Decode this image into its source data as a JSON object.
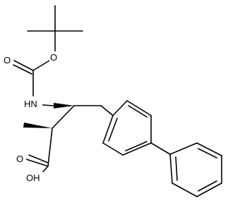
{
  "molecule": {
    "labels": {
      "ester_oxygen": "O",
      "carbonyl_oxygen": "O",
      "amine": "HN",
      "acid": "OH",
      "acid_carbonyl_oxygen": "O"
    }
  },
  "colors": {
    "bond": "#000000",
    "background": "#ffffff"
  }
}
